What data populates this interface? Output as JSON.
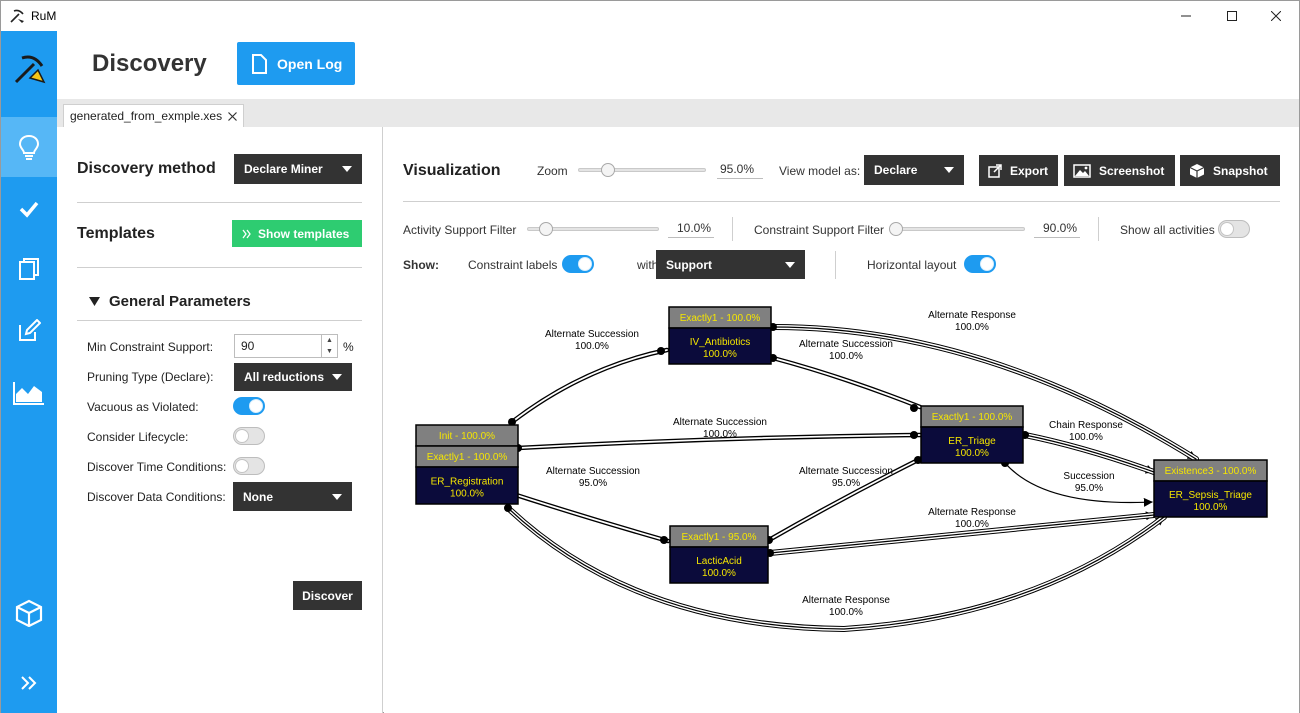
{
  "window": {
    "title": "RuM"
  },
  "header": {
    "title": "Discovery",
    "open_log_label": "Open Log"
  },
  "tab": {
    "label": "generated_from_exmple.xes"
  },
  "left": {
    "discovery_method_label": "Discovery method",
    "discovery_method_value": "Declare Miner",
    "templates_label": "Templates",
    "show_templates_label": "Show templates",
    "general_params_label": "General Parameters",
    "min_support_label": "Min Constraint Support:",
    "min_support_value": "90",
    "percent_sign": "%",
    "pruning_label": "Pruning Type (Declare):",
    "pruning_value": "All reductions",
    "vacuous_label": "Vacuous as Violated:",
    "vacuous_on": true,
    "lifecycle_label": "Consider Lifecycle:",
    "lifecycle_on": false,
    "time_label": "Discover Time Conditions:",
    "time_on": false,
    "data_label": "Discover Data Conditions:",
    "data_value": "None",
    "discover_label": "Discover"
  },
  "vis": {
    "title": "Visualization",
    "zoom_label": "Zoom",
    "zoom_value": "95.0%",
    "zoom_fraction": 0.2,
    "view_as_label": "View model as:",
    "view_as_value": "Declare",
    "export_label": "Export",
    "screenshot_label": "Screenshot",
    "snapshot_label": "Snapshot",
    "activity_filter_label": "Activity Support Filter",
    "activity_filter_value": "10.0%",
    "activity_filter_fraction": 0.1,
    "constraint_filter_label": "Constraint Support Filter",
    "constraint_filter_value": "90.0%",
    "constraint_filter_fraction": 0.0,
    "show_all_label": "Show all activities",
    "show_all_on": false,
    "show_label": "Show:",
    "constraint_labels_label": "Constraint labels",
    "constraint_labels_on": true,
    "with_label": "with:",
    "with_value": "Support",
    "horizontal_label": "Horizontal layout",
    "horizontal_on": true
  },
  "graph": {
    "nodes": {
      "reg": {
        "cards": [
          "Init - 100.0%",
          "Exactly1 - 100.0%"
        ],
        "name": "ER_Registration",
        "support": "100.0%"
      },
      "iv": {
        "cards": [
          "Exactly1 - 100.0%"
        ],
        "name": "IV_Antibiotics",
        "support": "100.0%"
      },
      "triage": {
        "cards": [
          "Exactly1 - 100.0%"
        ],
        "name": "ER_Triage",
        "support": "100.0%"
      },
      "lactic": {
        "cards": [
          "Exactly1 - 95.0%"
        ],
        "name": "LacticAcid",
        "support": "100.0%"
      },
      "sepsis": {
        "cards": [
          "Existence3 - 100.0%"
        ],
        "name": "ER_Sepsis_Triage",
        "support": "100.0%"
      }
    },
    "edges": [
      {
        "name": "Alternate Succession",
        "value": "100.0%"
      },
      {
        "name": "Alternate Response",
        "value": "100.0%"
      },
      {
        "name": "Alternate Succession",
        "value": "100.0%"
      },
      {
        "name": "Alternate Succession",
        "value": "100.0%"
      },
      {
        "name": "Chain Response",
        "value": "100.0%"
      },
      {
        "name": "Alternate Succession",
        "value": "95.0%"
      },
      {
        "name": "Alternate Succession",
        "value": "95.0%"
      },
      {
        "name": "Succession",
        "value": "95.0%"
      },
      {
        "name": "Alternate Response",
        "value": "100.0%"
      },
      {
        "name": "Alternate Response",
        "value": "100.0%"
      }
    ]
  },
  "colors": {
    "accent": "#1e9bf0",
    "green": "#2ecc71",
    "dark": "#333333",
    "node_bg": "#0b0b3b",
    "node_text": "#f5e600",
    "card_bg": "#808080"
  }
}
